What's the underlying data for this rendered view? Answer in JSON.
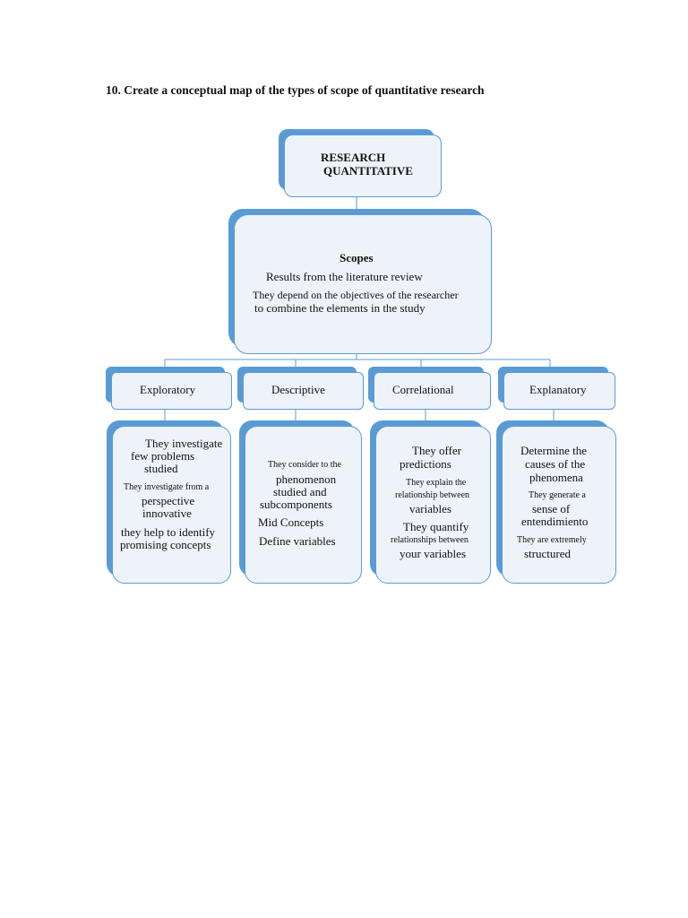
{
  "question": "10. Create a conceptual map of the types of scope of quantitative research",
  "root": {
    "line1": "RESEARCH",
    "line2": "QUANTITATIVE"
  },
  "scopes": {
    "title": "Scopes",
    "line1": "Results from the literature review",
    "line2": "They depend on the objectives of the researcher",
    "line3": "to combine the elements in the study"
  },
  "categories": [
    "Exploratory",
    "Descriptive",
    "Correlational",
    "Explanatory"
  ],
  "details": {
    "exploratory": [
      "They investigate",
      "few problems",
      "studied",
      "They investigate from a",
      "perspective",
      "innovative",
      "they help to identify",
      "promising concepts"
    ],
    "descriptive": [
      "They consider to the",
      "phenomenon",
      "studied and",
      "subcomponents",
      "Mid Concepts",
      "Define variables"
    ],
    "correlational": [
      "They offer",
      "predictions",
      "They explain the",
      "relationship between",
      "variables",
      "They quantify",
      "relationships between",
      "your variables"
    ],
    "explanatory": [
      "Determine the",
      "causes of the",
      "phenomena",
      "They generate a",
      "sense of",
      "entendimiento",
      "They are extremely",
      "structured"
    ]
  },
  "colors": {
    "box_fill": "#eef3fa",
    "box_shadow": "#5b9bd5",
    "connector": "#5b9bd5"
  }
}
